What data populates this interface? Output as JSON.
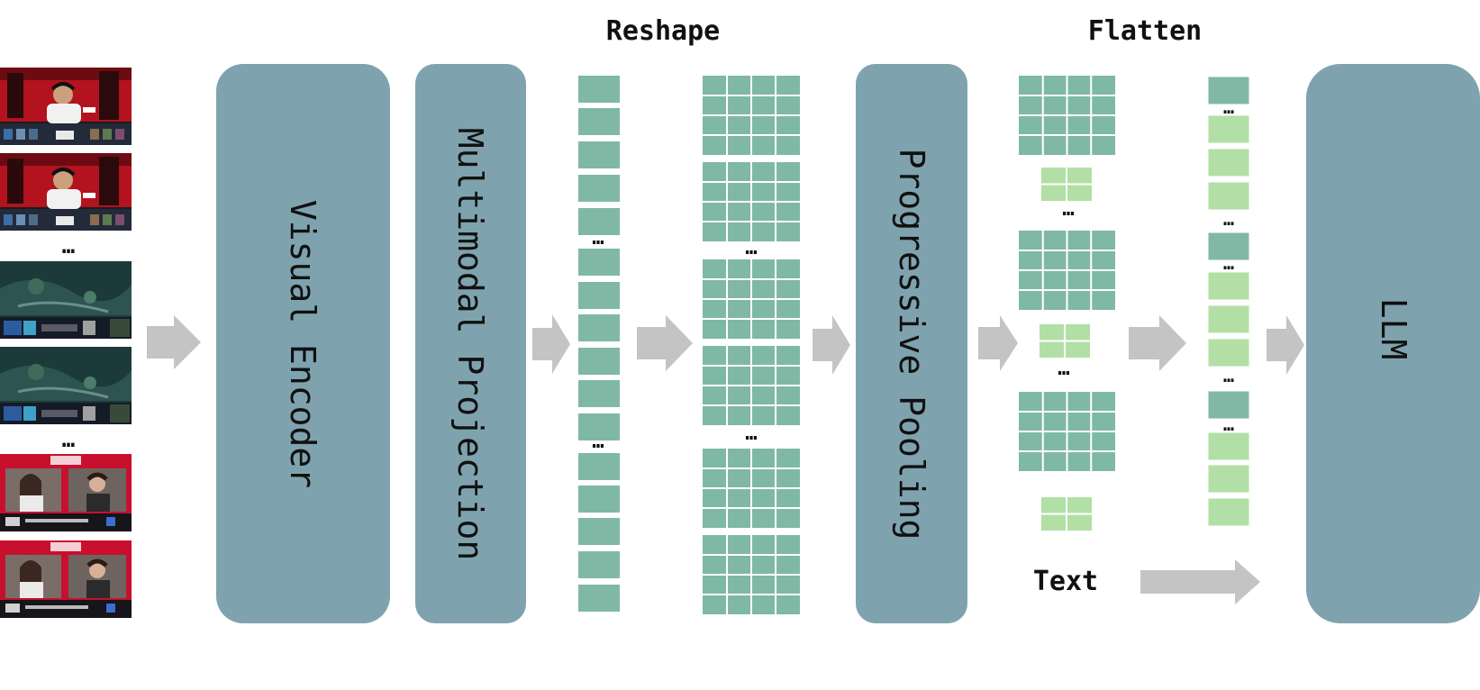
{
  "labels": {
    "reshape": "Reshape",
    "flatten": "Flatten",
    "visual_encoder": "Visual Encoder",
    "multimodal_projection": "Multimodal Projection",
    "progressive_pooling": "Progressive Pooling",
    "llm": "LLM",
    "text": "Text",
    "ellipsis": "…"
  },
  "colors": {
    "block": "#7fa3ae",
    "token_teal": "#7fb9a6",
    "token_green": "#b2dfa6",
    "arrow": "#c4c4c4"
  },
  "frames": [
    {
      "scene": "red-stage-player"
    },
    {
      "scene": "red-stage-player"
    },
    {
      "scene": "game-map"
    },
    {
      "scene": "game-map"
    },
    {
      "scene": "red-casters"
    },
    {
      "scene": "red-casters"
    }
  ]
}
